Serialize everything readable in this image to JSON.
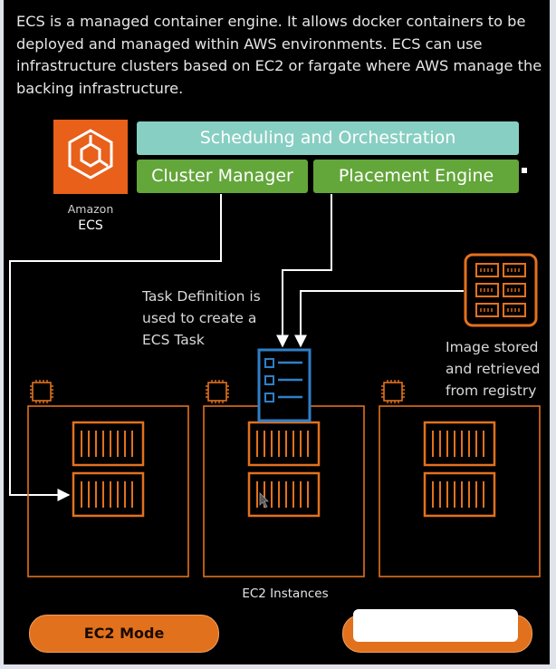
{
  "intro_text": "ECS is a managed container engine. It allows docker containers to be deployed and managed within AWS environments. ECS can use infrastructure clusters based on EC2 or fargate where AWS manage the backing infrastructure.",
  "ecs_logo": {
    "line1": "Amazon",
    "line2": "ECS",
    "icon": "ecs-icon",
    "color": "#e8601a"
  },
  "boxes": {
    "scheduling": "Scheduling and Orchestration",
    "cluster_manager": "Cluster Manager",
    "placement_engine": "Placement Engine"
  },
  "labels": {
    "task_definition": [
      "Task Definition is",
      "used to create a",
      "ECS Task"
    ],
    "registry": [
      "Image stored",
      "and retrieved",
      "from registry"
    ],
    "ec2_instances": "EC2 Instances"
  },
  "buttons": {
    "ec2_mode": "EC2 Mode"
  },
  "colors": {
    "background": "#000000",
    "orange": "#e2711d",
    "teal": "#88cfc3",
    "green": "#63a63a",
    "task_blue": "#2f7fc8"
  }
}
